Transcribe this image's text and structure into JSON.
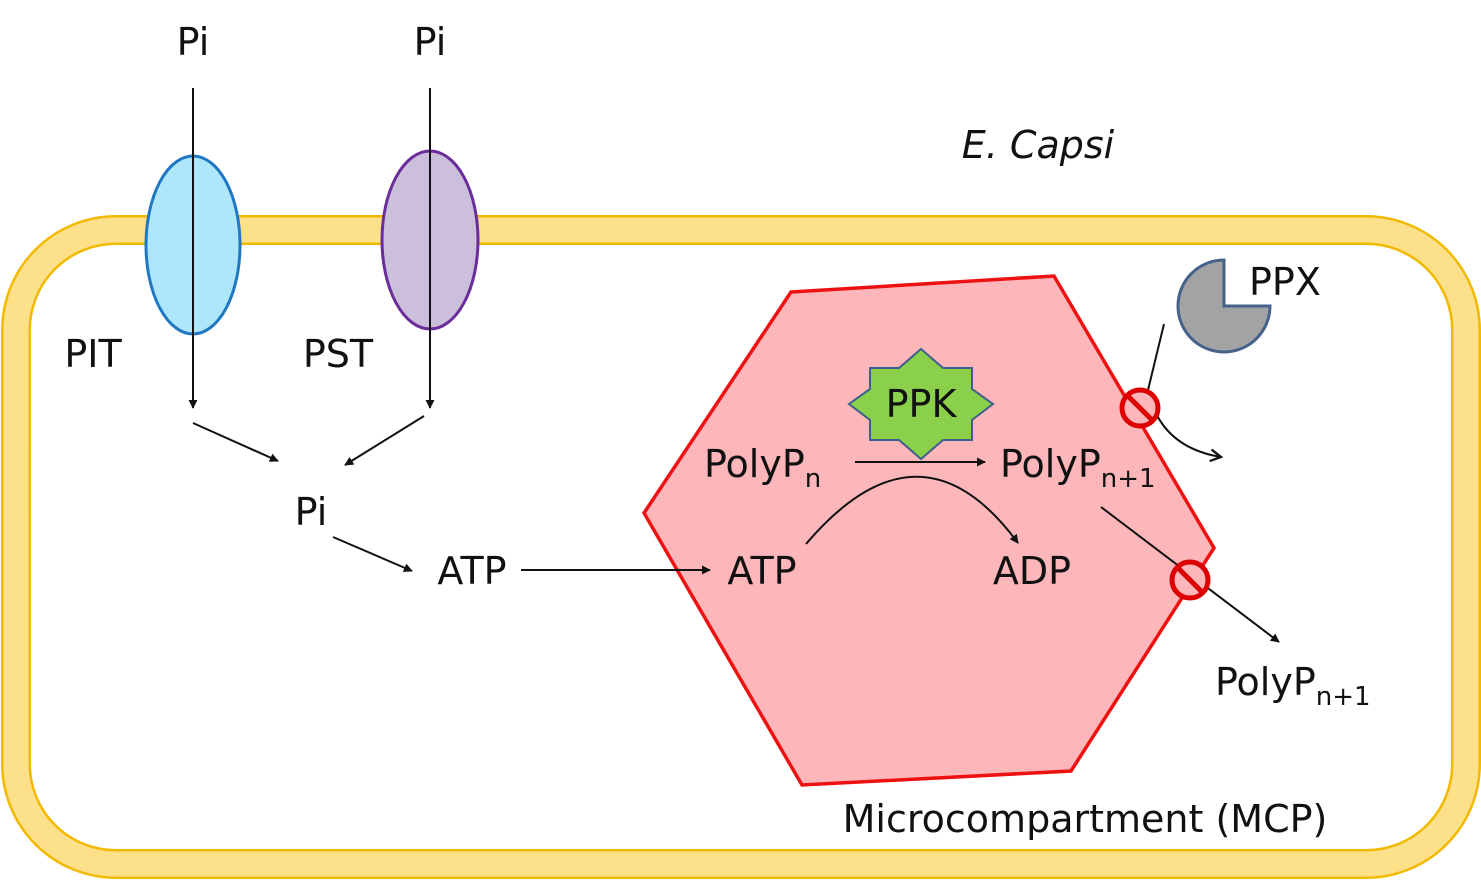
{
  "organism": "E. Capsi",
  "outer": {
    "pi_left": "Pi",
    "pi_right": "Pi",
    "transporter_pit": "PIT",
    "transporter_pst": "PST"
  },
  "cytoplasm": {
    "pi": "Pi",
    "atp": "ATP"
  },
  "mcp": {
    "label": "Microcompartment (MCP)",
    "enzyme_ppk": "PPK",
    "polyp_n_base": "PolyP",
    "polyp_n_sub": "n",
    "polyp_n1_base": "PolyP",
    "polyp_n1_sub": "n+1",
    "atp": "ATP",
    "adp": "ADP"
  },
  "outside_mcp": {
    "enzyme_ppx": "PPX",
    "polyp_out_base": "PolyP",
    "polyp_out_sub": "n+1"
  },
  "colors": {
    "membrane": "#fde18a",
    "membrane_stroke": "#f2b900",
    "pit_fill": "#aee6fb",
    "pit_stroke": "#1f78c1",
    "pst_fill": "#cbbfdc",
    "pst_stroke": "#6a2d9a",
    "mcp_fill": "#fdb6b9",
    "mcp_stroke": "#ee1111",
    "ppk_fill": "#8bd04a",
    "ppx_fill": "#a3a3a3",
    "ppx_stroke": "#46618a",
    "block_stroke": "#dd0000"
  },
  "icons": [
    "no-entry-icon",
    "no-entry-icon"
  ]
}
